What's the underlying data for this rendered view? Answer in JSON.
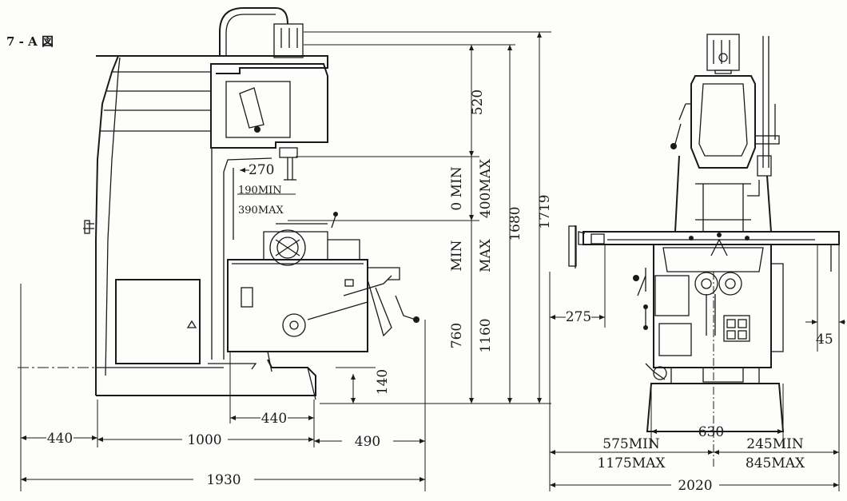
{
  "figure_label": "7 - A 図",
  "side_view": {
    "dims": {
      "d270": "270",
      "d190min": "190MIN",
      "d390max": "390MAX",
      "d520": "520",
      "d0min": "0  MIN",
      "d400max": "400MAX",
      "d1680": "1680",
      "d1719": "1719",
      "dmin": "MIN",
      "dmax": "MAX",
      "d760": "760",
      "d1160": "1160",
      "d140": "140",
      "d440a": "440",
      "d440b": "440",
      "d1000": "1000",
      "d490": "490",
      "d1930": "1930"
    }
  },
  "front_view": {
    "dims": {
      "d275": "275",
      "d45": "45",
      "d630": "630",
      "d575min": "575MIN",
      "d1175max": "1175MAX",
      "d245min": "245MIN",
      "d845max": "845MAX",
      "d2020": "2020"
    }
  }
}
